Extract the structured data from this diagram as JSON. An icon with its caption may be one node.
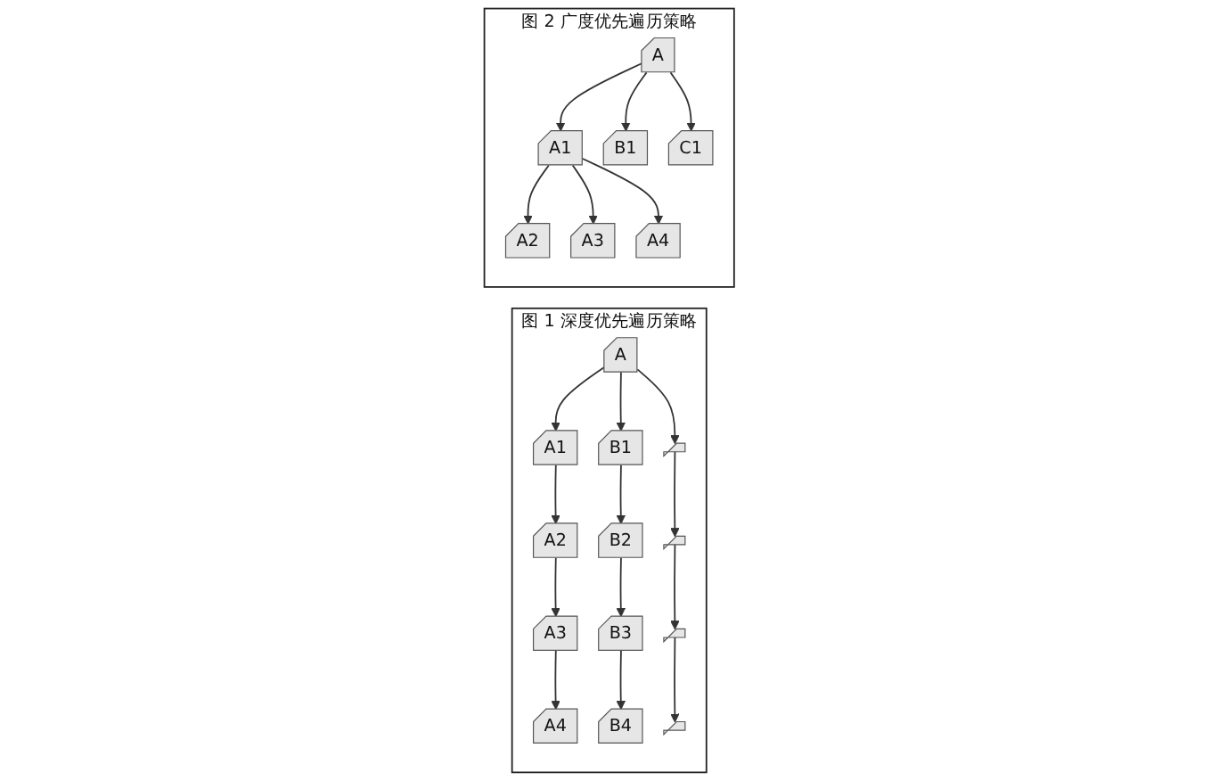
{
  "diagram": {
    "nodes": [
      {
        "text": [
          "图 1 深度优先遍历策略"
        ]
      },
      {
        "text": [
          "A"
        ],
        "in": 0
      },
      {
        "text": [
          "A1"
        ],
        "in": 0
      },
      {
        "text": [
          "B1"
        ],
        "in": 0
      },
      {
        "text": [],
        "shape": "document",
        "in": 0
      },
      {
        "text": [
          "A2"
        ],
        "in": 0
      },
      {
        "text": [
          "B2"
        ],
        "in": 0
      },
      {
        "text": [],
        "shape": "document",
        "in": 0
      },
      {
        "text": [
          "A3"
        ],
        "in": 0
      },
      {
        "text": [
          "B3"
        ],
        "in": 0
      },
      {
        "text": [],
        "shape": "document",
        "in": 0
      },
      {
        "text": [
          "A4"
        ],
        "in": 0
      },
      {
        "text": [
          "B4"
        ],
        "in": 0
      },
      {
        "text": [],
        "shape": "document",
        "in": 0
      },
      {
        "text": [
          "图 2 广度优先遍历策略"
        ]
      },
      {
        "text": [
          "A"
        ],
        "in": 14
      },
      {
        "text": [
          "A1"
        ],
        "in": 14
      },
      {
        "text": [
          "B1"
        ],
        "in": 14
      },
      {
        "text": [
          "C1"
        ],
        "in": 14
      },
      {
        "text": [
          "A2"
        ],
        "in": 14
      },
      {
        "text": [
          "A3"
        ],
        "in": 14
      },
      {
        "text": [
          "A4"
        ],
        "in": 14
      }
    ],
    "edges": [
      {
        "from": 1,
        "to": 2,
        "arrow": "to"
      },
      {
        "from": 1,
        "to": 3,
        "arrow": "to"
      },
      {
        "from": 1,
        "to": 4,
        "arrow": "to"
      },
      {
        "from": 2,
        "to": 5,
        "arrow": "to"
      },
      {
        "from": 5,
        "to": 8,
        "arrow": "to"
      },
      {
        "from": 8,
        "to": 11,
        "arrow": "to"
      },
      {
        "from": 3,
        "to": 6,
        "arrow": "to"
      },
      {
        "from": 6,
        "to": 9,
        "arrow": "to"
      },
      {
        "from": 9,
        "to": 12,
        "arrow": "to"
      },
      {
        "from": 4,
        "to": 7,
        "arrow": "to"
      },
      {
        "from": 7,
        "to": 10,
        "arrow": "to"
      },
      {
        "from": 10,
        "to": 13,
        "arrow": "to"
      },
      {
        "from": 15,
        "to": 16,
        "arrow": "to"
      },
      {
        "from": 15,
        "to": 17,
        "arrow": "to"
      },
      {
        "from": 15,
        "to": 18,
        "arrow": "to"
      },
      {
        "from": 16,
        "to": 19,
        "arrow": "to"
      },
      {
        "from": 16,
        "to": 20,
        "arrow": "to"
      },
      {
        "from": 16,
        "to": 21,
        "arrow": "to"
      }
    ]
  }
}
